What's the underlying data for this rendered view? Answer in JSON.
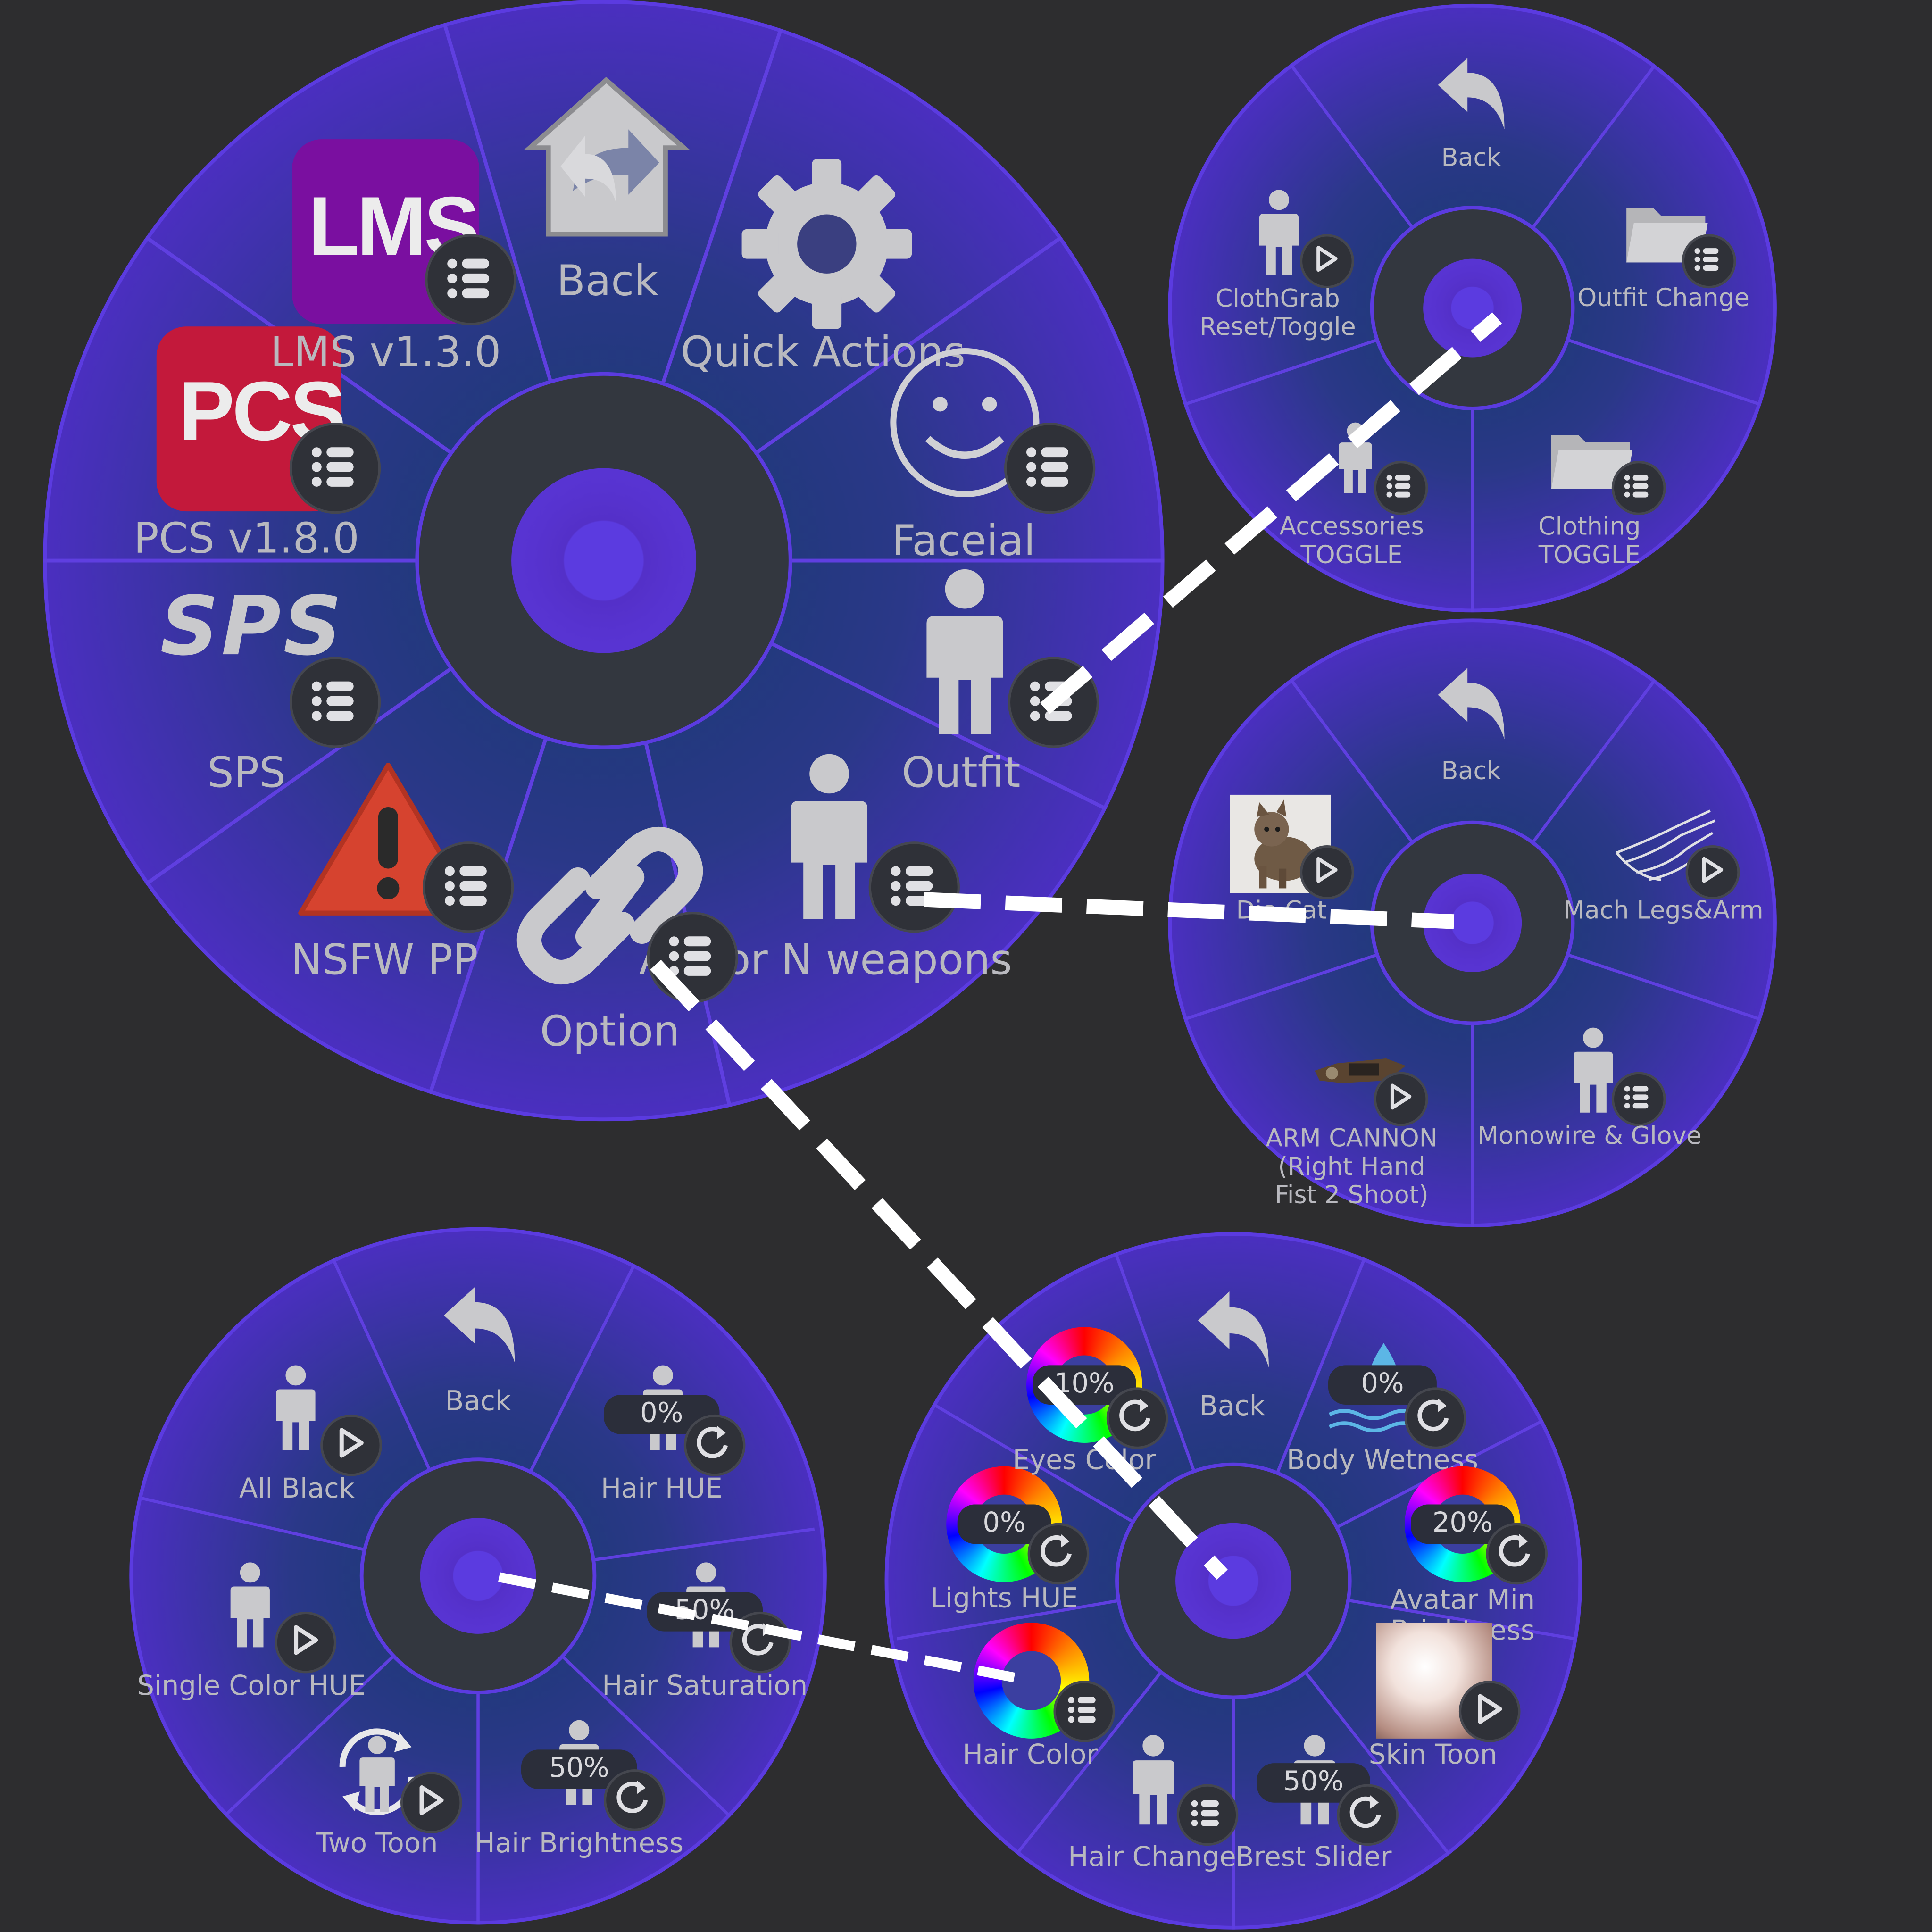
{
  "main_menu": {
    "items": {
      "back": "Back",
      "quick_actions": "Quick Actions",
      "faceial": "Faceial",
      "outfit": "Outfit",
      "armor": "Armor N weapons",
      "option": "Option",
      "nsfw": "NSFW PP",
      "sps": "SPS",
      "pcs": "PCS v1.8.0",
      "lms": "LMS v1.3.0"
    },
    "logos": {
      "lms": "LMS",
      "pcs": "PCS",
      "sps": "SPS"
    }
  },
  "outfit_menu": {
    "back": "Back",
    "outfit_change": "Outfit Change",
    "clothing_toggle": "Clothing\nTOGGLE",
    "accessories_toggle": "Accessories\nTOGGLE",
    "clothgrab": "ClothGrab\nReset/Toggle"
  },
  "armor_menu": {
    "back": "Back",
    "mach_legs": "Mach Legs&Arm",
    "monowire": "Monowire & Glove",
    "arm_cannon": "ARM CANNON\n(Right Hand\nFist 2 Shoot)",
    "dio_cat": "Dio Cat"
  },
  "option_menu": {
    "back": "Back",
    "body_wetness": "Body Wetness",
    "body_wetness_value": "0%",
    "avatar_min": "Avatar Min\nBrightness",
    "avatar_min_value": "20%",
    "skin_toon": "Skin Toon",
    "brest_slider": "Brest Slider",
    "brest_slider_value": "50%",
    "hair_change": "Hair Change",
    "hair_color": "Hair Color",
    "lights_hue": "Lights HUE",
    "lights_hue_value": "0%",
    "eyes_color": "Eyes Color",
    "eyes_color_value": "10%"
  },
  "hair_menu": {
    "back": "Back",
    "hair_hue": "Hair HUE",
    "hair_hue_value": "0%",
    "hair_saturation": "Hair Saturation",
    "hair_saturation_value": "50%",
    "hair_brightness": "Hair Brightness",
    "hair_brightness_value": "50%",
    "two_toon": "Two Toon",
    "single_color_hue": "Single Color HUE",
    "all_black": "All Black"
  },
  "colors": {
    "background": "#2d2d2f",
    "menu_ring": "#5637cf",
    "hub": "#33373f",
    "label": "#b9b9bf",
    "connector": "#ffffff"
  }
}
